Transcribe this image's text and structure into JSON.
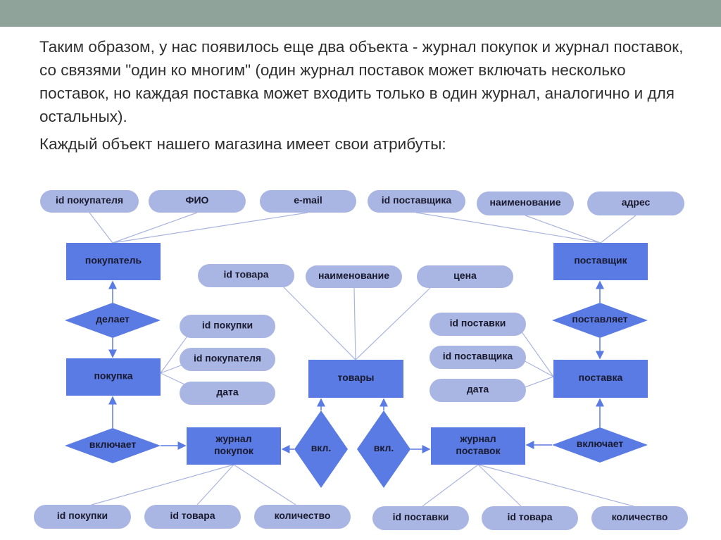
{
  "paragraphs": [
    "Таким образом, у нас появилось еще два объекта - журнал покупок и журнал поставок, со связями \"один ко многим\" (один журнал поставок может включать несколько поставок, но каждая поставка может входить только в один журнал, аналогично и для остальных).",
    "Каждый объект нашего магазина имеет свои атрибуты:"
  ],
  "colors": {
    "entity": "#5a7be3",
    "attribute": "#a9b6e3",
    "line": "#a9b4df",
    "arrow": "#5a7be3",
    "topbar": "#8fa39b"
  },
  "entities": {
    "buyer": "покупатель",
    "supplier": "поставщик",
    "purchase": "покупка",
    "goods": "товары",
    "delivery": "поставка",
    "purchase_log": [
      "журнал",
      "покупок"
    ],
    "delivery_log": [
      "журнал",
      "поставок"
    ]
  },
  "relationships": {
    "makes": "делает",
    "supplies": "поставляет",
    "includes_left": "включает",
    "includes_right": "включает",
    "incl_left": "вкл.",
    "incl_right": "вкл."
  },
  "attributes": {
    "buyer": [
      "id покупателя",
      "ФИО",
      "e-mail"
    ],
    "supplier": [
      "id поставщика",
      "наименование",
      "адрес"
    ],
    "goods": [
      "id товара",
      "наименование",
      "цена"
    ],
    "purchase": [
      "id покупки",
      "id покупателя",
      "дата"
    ],
    "delivery": [
      "id поставки",
      "id поставщика",
      "дата"
    ],
    "purchase_log": [
      "id покупки",
      "id товара",
      "количество"
    ],
    "delivery_log": [
      "id поставки",
      "id товара",
      "количество"
    ]
  }
}
